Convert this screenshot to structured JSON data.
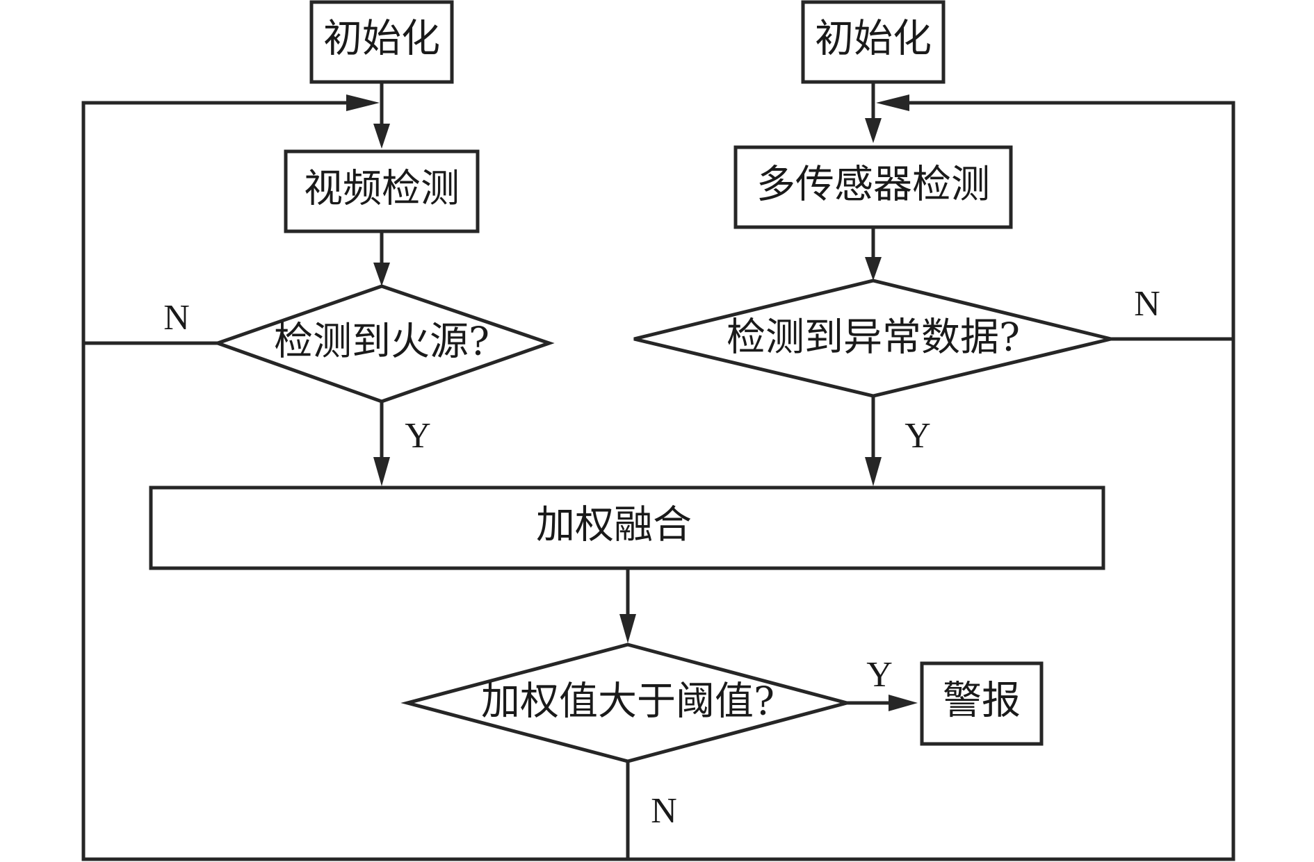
{
  "nodes": {
    "init_left": "初始化",
    "init_right": "初始化",
    "video_detect": "视频检测",
    "multi_sensor_detect": "多传感器检测",
    "fire_detected": "检测到火源?",
    "abnormal_data": "检测到异常数据?",
    "weighted_fusion": "加权融合",
    "over_threshold": "加权值大于阈值?",
    "alarm": "警报"
  },
  "branch_labels": {
    "fire_no": "N",
    "fire_yes": "Y",
    "abnormal_no": "N",
    "abnormal_yes": "Y",
    "threshold_yes": "Y",
    "threshold_no": "N"
  },
  "colors": {
    "stroke": "#262626",
    "text": "#1a1a1a",
    "background": "#ffffff"
  }
}
